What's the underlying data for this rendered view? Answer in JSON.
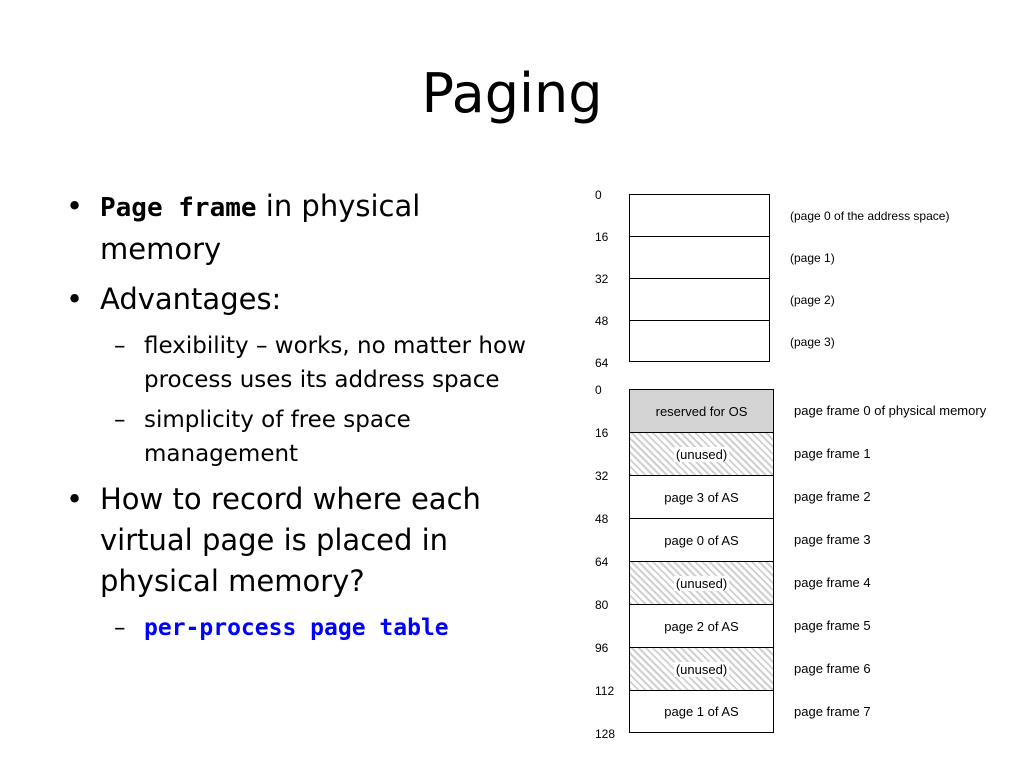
{
  "slide": {
    "title": "Paging",
    "bullets": [
      {
        "bold": "Page frame",
        "text": " in physical memory"
      },
      {
        "text": "Advantages:"
      },
      {
        "sub": "flexibility – works, no matter how process uses its address space"
      },
      {
        "sub": "simplicity of free space management"
      },
      {
        "text": "How to record where each virtual page is placed in physical memory?"
      },
      {
        "sub_highlight": "per-process page table"
      }
    ]
  },
  "address_space": {
    "addresses": [
      "0",
      "16",
      "32",
      "48",
      "64"
    ],
    "pages": [
      "(page 0 of the address space)",
      "(page 1)",
      "(page 2)",
      "(page 3)"
    ]
  },
  "physical_memory": {
    "addresses": [
      "0",
      "16",
      "32",
      "48",
      "64",
      "80",
      "96",
      "112",
      "128"
    ],
    "frames": [
      {
        "content": "reserved for OS",
        "label": "page frame 0 of physical memory",
        "style": "os"
      },
      {
        "content": "(unused)",
        "label": "page frame 1",
        "style": "unused"
      },
      {
        "content": "page 3 of AS",
        "label": "page frame 2",
        "style": "used"
      },
      {
        "content": "page 0 of AS",
        "label": "page frame 3",
        "style": "used"
      },
      {
        "content": "(unused)",
        "label": "page frame 4",
        "style": "unused"
      },
      {
        "content": "page 2 of AS",
        "label": "page frame 5",
        "style": "used"
      },
      {
        "content": "(unused)",
        "label": "page frame 6",
        "style": "unused"
      },
      {
        "content": "page 1 of AS",
        "label": "page frame 7",
        "style": "used"
      }
    ]
  }
}
